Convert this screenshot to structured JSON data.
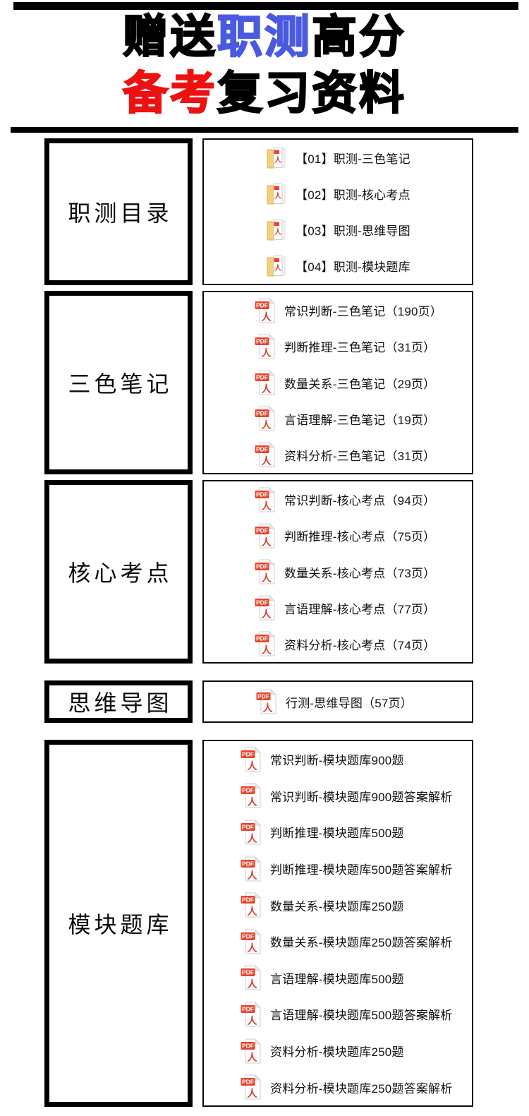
{
  "page": {
    "title": {
      "line1": [
        {
          "text": "赠送",
          "color": "#000000"
        },
        {
          "text": "职测",
          "color": "#4a5ae0"
        },
        {
          "text": "高分",
          "color": "#000000"
        }
      ],
      "line2": [
        {
          "text": "备考",
          "color": "#ee1111"
        },
        {
          "text": "复习资料",
          "color": "#000000"
        }
      ]
    }
  },
  "colors": {
    "accent_blue": "#4a5ae0",
    "accent_red": "#ee1111",
    "pdf_banner_red": "#e8432d",
    "pdf_logo_red": "#d4402e",
    "folder_yellow": "#f4d079",
    "border_black": "#000000"
  },
  "icons": {
    "pdf_label": "PDF",
    "pdf_logo_glyph": "人"
  },
  "sections": [
    {
      "id": "catalog",
      "label": "职测目录",
      "icon": "folder-pdf",
      "items": [
        "【01】职测-三色笔记",
        "【02】职测-核心考点",
        "【03】职测-思维导图",
        "【04】职测-模块题库"
      ]
    },
    {
      "id": "three-color-notes",
      "label": "三色笔记",
      "icon": "pdf",
      "items": [
        "常识判断-三色笔记（190页）",
        "判断推理-三色笔记（31页）",
        "数量关系-三色笔记（29页）",
        "言语理解-三色笔记（19页）",
        "资料分析-三色笔记（31页）"
      ]
    },
    {
      "id": "core-points",
      "label": "核心考点",
      "icon": "pdf",
      "items": [
        "常识判断-核心考点（94页）",
        "判断推理-核心考点（75页）",
        "数量关系-核心考点（73页）",
        "言语理解-核心考点（77页）",
        "资料分析-核心考点（74页）"
      ]
    },
    {
      "id": "mind-map",
      "label": "思维导图",
      "icon": "pdf",
      "items": [
        "行测-思维导图（57页）"
      ]
    },
    {
      "id": "module-question-bank",
      "label": "模块题库",
      "icon": "pdf",
      "items": [
        "常识判断-模块题库900题",
        "常识判断-模块题库900题答案解析",
        "判断推理-模块题库500题",
        "判断推理-模块题库500题答案解析",
        "数量关系-模块题库250题",
        "数量关系-模块题库250题答案解析",
        "言语理解-模块题库500题",
        "言语理解-模块题库500题答案解析",
        "资料分析-模块题库250题",
        "资料分析-模块题库250题答案解析"
      ]
    }
  ]
}
